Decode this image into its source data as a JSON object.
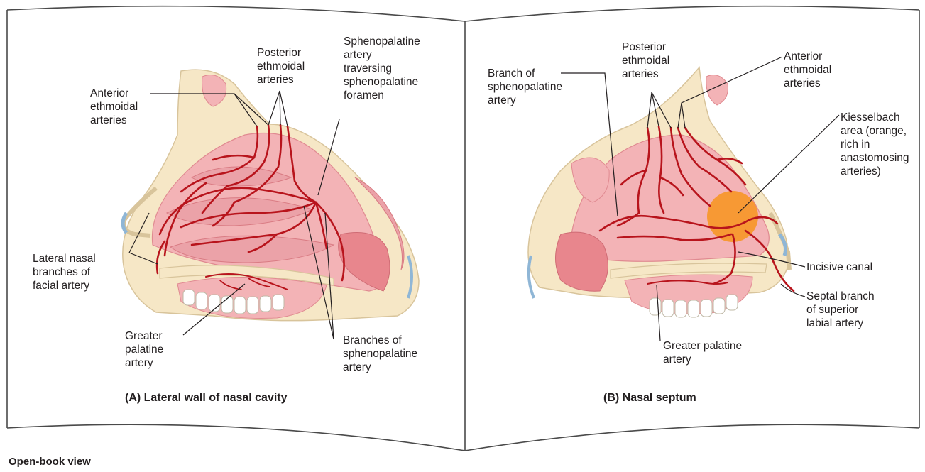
{
  "panel_a": {
    "caption": "(A) Lateral wall of nasal cavity",
    "labels": {
      "anterior_ethmoidal": "Anterior\nethmoidal\narteries",
      "posterior_ethmoidal": "Posterior\nethmoidal\narteries",
      "sphenopalatine_traversing": "Sphenopalatine\nartery\ntraversing\nsphenopalatine\nforamen",
      "lateral_nasal": "Lateral nasal\nbranches of\nfacial artery",
      "greater_palatine": "Greater\npalatine\nartery",
      "branches_sphenopalatine": "Branches of\nsphenopalatine\nartery"
    }
  },
  "panel_b": {
    "caption": "(B) Nasal septum",
    "labels": {
      "branch_sphenopalatine": "Branch of\nsphenopalatine\nartery",
      "posterior_ethmoidal": "Posterior\nethmoidal\narteries",
      "anterior_ethmoidal": "Anterior\nethmoidal\narteries",
      "kiesselbach": "Kiesselbach\narea (orange,\nrich in\nanastomosing\narteries)",
      "incisive_canal": "Incisive canal",
      "septal_branch": "Septal branch\nof superior\nlabial artery",
      "greater_palatine": "Greater palatine\nartery"
    }
  },
  "footer": "Open-book view",
  "colors": {
    "artery": "#b8141c",
    "mucosa": "#f3b3b6",
    "mucosa_dark": "#e8868d",
    "bone": "#f6e7c6",
    "kiesselbach": "#f7941d"
  }
}
